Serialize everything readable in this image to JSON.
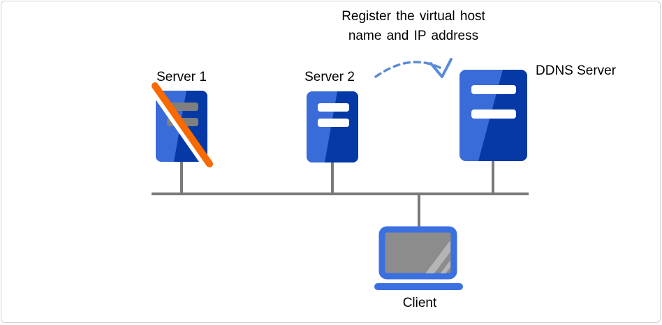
{
  "canvas": {
    "background": "#ffffff",
    "border_color": "#d2d2d2"
  },
  "annotation": {
    "line1": "Register the virtual host",
    "line2": "name and IP address"
  },
  "nodes": {
    "server1": {
      "label": "Server 1",
      "status": "failed",
      "icon": "server-crossed-out-icon"
    },
    "server2": {
      "label": "Server 2",
      "status": "active",
      "icon": "server-icon"
    },
    "ddns": {
      "label": "DDNS Server",
      "status": "active",
      "icon": "server-icon"
    },
    "client": {
      "label": "Client",
      "icon": "laptop-icon"
    }
  },
  "connections": {
    "bus": "network-bus-line",
    "arrow": "dashed-curved-arrow from Server 2 to DDNS Server"
  },
  "colors": {
    "server_light_blue": "#3a6cd9",
    "server_dark_blue": "#0539a5",
    "laptop_blue": "#3b70e0",
    "failure_orange": "#f86a00",
    "disabled_bar_gray": "#7f7f7f",
    "network_line_gray": "#7a7a7a",
    "arrow_blue": "#5a8bd8",
    "screen_gray": "#8c8c8c",
    "screen_glare_gray": "#b5b5b5",
    "text_black": "#000000"
  }
}
